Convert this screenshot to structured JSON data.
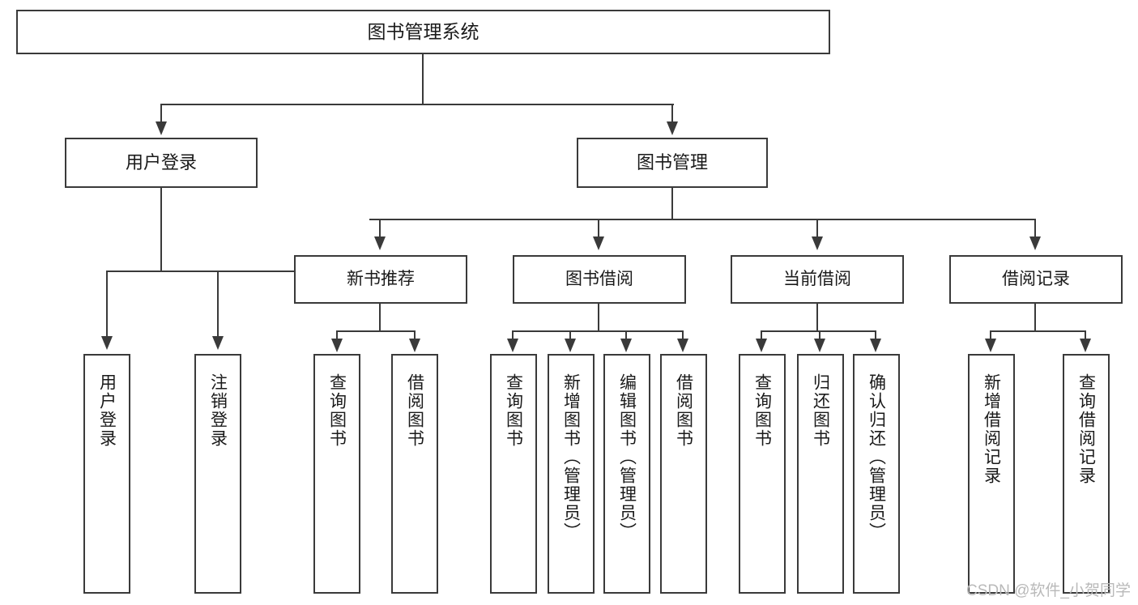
{
  "diagram": {
    "type": "tree-hierarchy-flowchart",
    "title": "图书管理系统",
    "root": {
      "label": "图书管理系统"
    },
    "level2": [
      {
        "label": "用户登录"
      },
      {
        "label": "图书管理"
      }
    ],
    "level3": [
      {
        "label": "新书推荐"
      },
      {
        "label": "图书借阅"
      },
      {
        "label": "当前借阅"
      },
      {
        "label": "借阅记录"
      }
    ],
    "leaves": {
      "user_login": [
        {
          "label": "用户登录"
        },
        {
          "label": "注销登录"
        }
      ],
      "new_book_recommend": [
        {
          "label": "查询图书"
        },
        {
          "label": "借阅图书"
        }
      ],
      "book_borrow": [
        {
          "label": "查询图书"
        },
        {
          "label": "新增图书（管理员）"
        },
        {
          "label": "编辑图书（管理员）"
        },
        {
          "label": "借阅图书"
        }
      ],
      "current_borrow": [
        {
          "label": "查询图书"
        },
        {
          "label": "归还图书"
        },
        {
          "label": "确认归还（管理员）"
        }
      ],
      "borrow_record": [
        {
          "label": "新增借阅记录"
        },
        {
          "label": "查询借阅记录"
        }
      ]
    }
  },
  "watermark": {
    "text": "CSDN @软件_小贺同学"
  },
  "colors": {
    "stroke": "#3a3a3a",
    "text": "#1a1a1a",
    "background": "#ffffff",
    "watermark": "#b9b9b9"
  }
}
